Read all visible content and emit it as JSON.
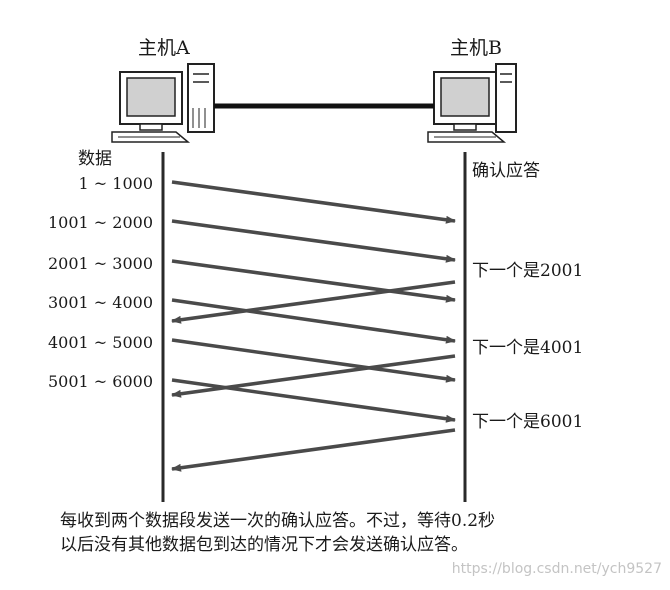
{
  "hosts": {
    "a": {
      "label": "主机A"
    },
    "b": {
      "label": "主机B"
    }
  },
  "column_labels": {
    "sender": "数据",
    "receiver": "确认应答"
  },
  "segments": [
    {
      "range": "1 ~ 1000"
    },
    {
      "range": "1001 ~ 2000"
    },
    {
      "range": "2001 ~ 3000"
    },
    {
      "range": "3001 ~ 4000"
    },
    {
      "range": "4001 ~ 5000"
    },
    {
      "range": "5001 ~ 6000"
    }
  ],
  "acks": [
    {
      "label": "下一个是2001"
    },
    {
      "label": "下一个是4001"
    },
    {
      "label": "下一个是6001"
    }
  ],
  "caption": {
    "line1": "每收到两个数据段发送一次的确认应答。不过，等待0.2秒",
    "line2": "以后没有其他数据包到达的情况下才会发送确认应答。"
  },
  "watermark": "https://blog.csdn.net/ych9527",
  "colors": {
    "arrow": "#4a4a4a",
    "timeline": "#2a2a2a",
    "computer_screen": "#d0d0d0",
    "watermark": "#c4c4c4"
  }
}
